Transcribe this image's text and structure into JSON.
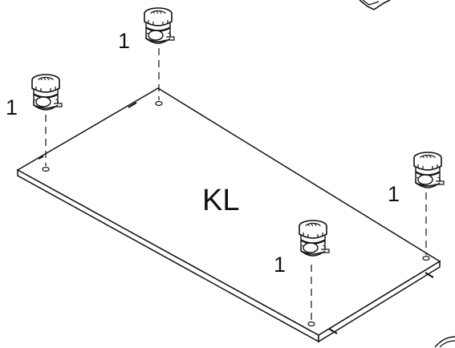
{
  "panel": {
    "label": "KL"
  },
  "fittings": [
    {
      "id": "top-center",
      "quantity": "1"
    },
    {
      "id": "left",
      "quantity": "1"
    },
    {
      "id": "right",
      "quantity": "1"
    },
    {
      "id": "bottom",
      "quantity": "1"
    }
  ]
}
